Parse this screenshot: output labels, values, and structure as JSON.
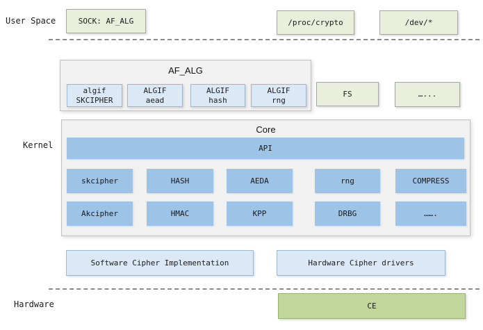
{
  "labels": {
    "user_space": "User Space",
    "kernel": "Kernel",
    "hardware": "Hardware"
  },
  "user_space": {
    "sock": "SOCK: AF_ALG",
    "proc_crypto": "/proc/crypto",
    "dev": "/dev/*"
  },
  "kernel": {
    "af_alg": {
      "title": "AF_ALG",
      "modules": [
        {
          "line1": "algif",
          "line2": "SKCIPHER"
        },
        {
          "line1": "ALGIF",
          "line2": "aead"
        },
        {
          "line1": "ALGIF",
          "line2": "hash"
        },
        {
          "line1": "ALGIF",
          "line2": "rng"
        }
      ]
    },
    "fs": "FS",
    "fs_more": "…...",
    "core": {
      "title": "Core",
      "api": "API",
      "row1": [
        "skcipher",
        "HASH",
        "AEDA",
        "rng",
        "COMPRESS"
      ],
      "row2": [
        "Akcipher",
        "HMAC",
        "KPP",
        "DRBG",
        "……."
      ]
    },
    "software_impl": "Software Cipher Implementation",
    "hardware_drivers": "Hardware Cipher drivers"
  },
  "hardware": {
    "ce": "CE"
  },
  "colors": {
    "green_light": "#e9efdb",
    "green_dark": "#c3d69b",
    "blue": "#9dc3e6",
    "blue_light": "#dbe9f7",
    "container_bg": "#f1f1f1"
  }
}
